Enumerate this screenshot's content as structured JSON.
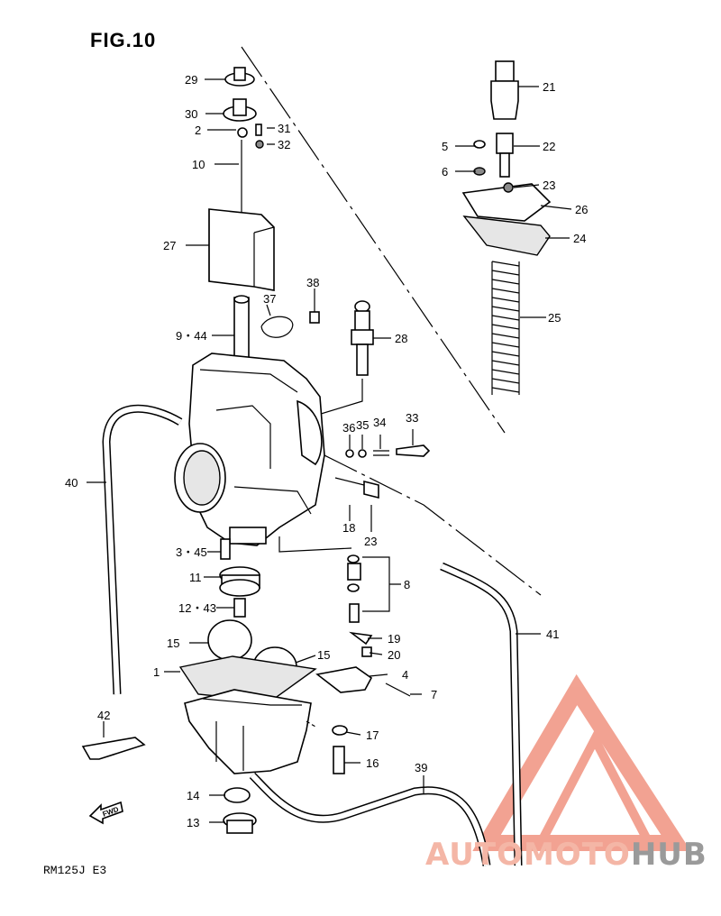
{
  "figure": {
    "title": "FIG.10",
    "model": "RM125J E3"
  },
  "watermark": {
    "part1": "AUTOMOTO",
    "part2": "HUB",
    "accent_color": "#e8573a",
    "secondary_color": "#9a9a9a"
  },
  "fwd_label": "FWD",
  "callouts": {
    "c29": "29",
    "c30": "30",
    "c2": "2",
    "c31": "31",
    "c32": "32",
    "c10": "10",
    "c27": "27",
    "c37": "37",
    "c38": "38",
    "c9_44": "9・44",
    "c28": "28",
    "c21": "21",
    "c5": "5",
    "c22": "22",
    "c6": "6",
    "c23a": "23",
    "c26": "26",
    "c24": "24",
    "c25": "25",
    "c36": "36",
    "c35": "35",
    "c34": "34",
    "c33": "33",
    "c40": "40",
    "c18": "18",
    "c23b": "23",
    "c3_45": "3・45",
    "c8": "8",
    "c11": "11",
    "c12_43": "12・43",
    "c19": "19",
    "c20": "20",
    "c15a": "15",
    "c15b": "15",
    "c41": "41",
    "c1": "1",
    "c4": "4",
    "c7": "7",
    "c42": "42",
    "c17": "17",
    "c16": "16",
    "c39": "39",
    "c14": "14",
    "c13": "13"
  }
}
